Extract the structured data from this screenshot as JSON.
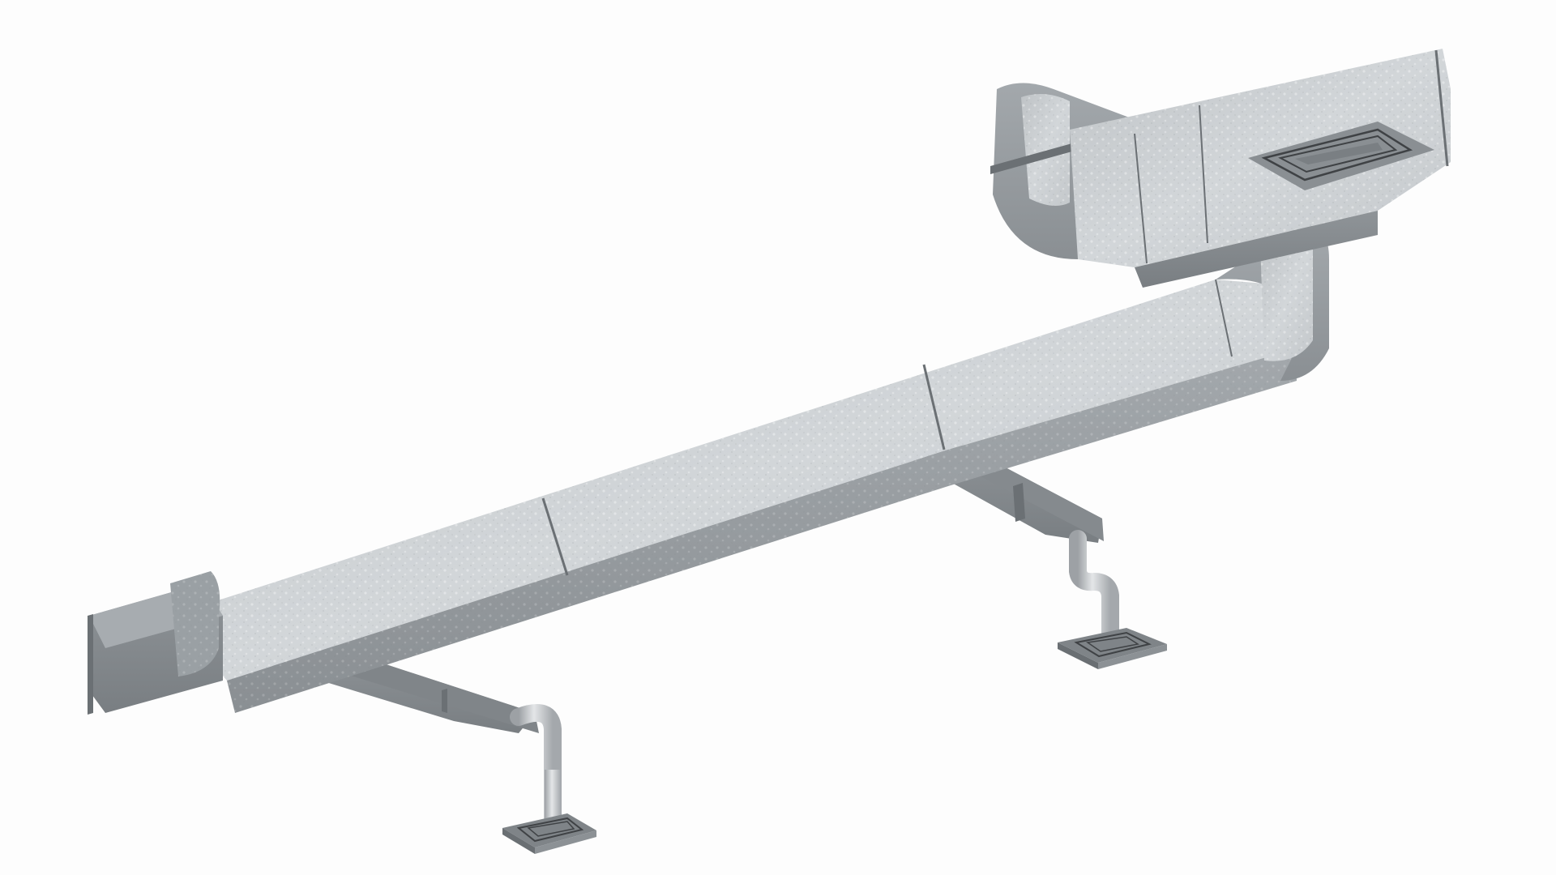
{
  "image": {
    "description": "3D render of a galvanized sheet-metal HVAC supply duct run with two branch takeoffs feeding square ceiling diffusers, on a plain white background",
    "background_color": "#fdfdfd"
  },
  "palette": {
    "galvanized_light": "#c9cdd0",
    "galvanized_mid": "#aeb3b7",
    "galvanized_dark": "#8d9296",
    "galvanized_shadow": "#767b80",
    "seam": "#6b7074",
    "flex_pipe_light": "#d8dadc",
    "flex_pipe_dark": "#9da1a5",
    "diffuser_face": "#7f8488",
    "diffuser_slot": "#3f4245"
  },
  "components": {
    "main_trunk": {
      "label": "Main rectangular trunk duct",
      "segments": 3
    },
    "end_cap_left": {
      "label": "Left end fitting with tee takeoff"
    },
    "elbow_right": {
      "label": "Right vertical elbow / offset"
    },
    "top_plenum": {
      "label": "Upper plenum with rounded-end fitting"
    },
    "top_diffuser": {
      "label": "Square 4-way ceiling diffuser on plenum"
    },
    "branch_left": {
      "label": "Left branch duct",
      "diffuser": "Square ceiling diffuser (left)"
    },
    "branch_right": {
      "label": "Right branch duct",
      "diffuser": "Square ceiling diffuser (right)"
    }
  }
}
